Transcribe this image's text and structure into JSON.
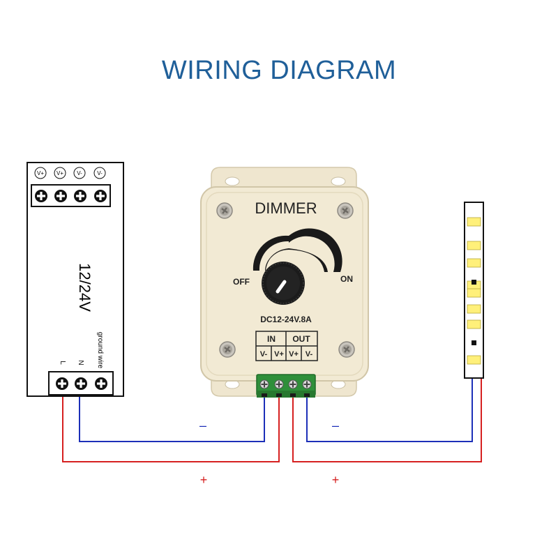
{
  "title": "WIRING DIAGRAM",
  "colors": {
    "title": "#1f5f99",
    "positive_wire": "#d62020",
    "negative_wire": "#1c2fb8",
    "dimmer_body": "#f2ead4",
    "terminal_green": "#2f8f3a",
    "led_chip": "#fff07a"
  },
  "power_supply": {
    "top_terminal_labels": [
      "V+",
      "V+",
      "V-",
      "V-"
    ],
    "voltage_label": "12/24V",
    "bottom_terminal_labels": [
      "L",
      "N",
      "ground wire"
    ]
  },
  "dimmer": {
    "brand_label": "DIMMER",
    "off_label": "OFF",
    "on_label": "ON",
    "rating_label": "DC12-24V.8A",
    "in_label": "IN",
    "out_label": "OUT",
    "in_pins": [
      "V-",
      "V+"
    ],
    "out_pins": [
      "V+",
      "V-"
    ]
  },
  "wires": {
    "negative_symbol": "–",
    "positive_symbol": "+"
  },
  "icons": [
    "screw-terminal-icon",
    "mounting-screw-icon",
    "rotary-knob-icon",
    "led-chip-icon"
  ]
}
